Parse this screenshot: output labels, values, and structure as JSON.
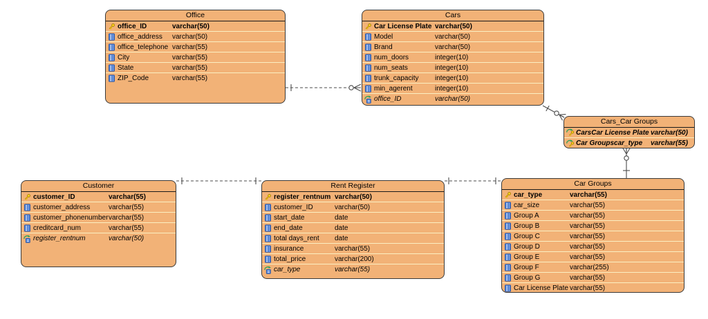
{
  "diagram": {
    "colors": {
      "background": "#ffffff",
      "table_fill": "#F2B277",
      "table_border": "#3a3a3a",
      "row_separator": "#FBEFC2",
      "connector": "#4b4b4b",
      "primary_key": "#FFD21E",
      "column_icon_blue": "#4A7BD0",
      "foreign_key_arrow": "#2BA05A"
    },
    "tables": [
      {
        "title": "Office",
        "fields": [
          {
            "name": "office_ID",
            "type": "varchar(50)",
            "icon": "primary-key-icon",
            "style": "pk"
          },
          {
            "name": "office_address",
            "type": "varchar(50)",
            "icon": "column-icon",
            "style": "col"
          },
          {
            "name": "office_telephone",
            "type": "varchar(55)",
            "icon": "column-icon",
            "style": "col"
          },
          {
            "name": "City",
            "type": "varchar(55)",
            "icon": "column-icon",
            "style": "col"
          },
          {
            "name": "State",
            "type": "varchar(55)",
            "icon": "column-icon",
            "style": "col"
          },
          {
            "name": "ZIP_Code",
            "type": "varchar(55)",
            "icon": "column-icon",
            "style": "col"
          }
        ]
      },
      {
        "title": "Cars",
        "fields": [
          {
            "name": "Car License Plate",
            "type": "varchar(50)",
            "icon": "primary-key-icon",
            "style": "pk"
          },
          {
            "name": "Model",
            "type": "varchar(50)",
            "icon": "column-icon",
            "style": "col"
          },
          {
            "name": "Brand",
            "type": "varchar(50)",
            "icon": "column-icon",
            "style": "col"
          },
          {
            "name": "num_doors",
            "type": "integer(10)",
            "icon": "column-icon",
            "style": "col"
          },
          {
            "name": "num_seats",
            "type": "integer(10)",
            "icon": "column-icon",
            "style": "col"
          },
          {
            "name": "trunk_capacity",
            "type": "integer(10)",
            "icon": "column-icon",
            "style": "col"
          },
          {
            "name": "min_agerent",
            "type": "integer(10)",
            "icon": "column-icon",
            "style": "col"
          },
          {
            "name": "office_ID",
            "type": "varchar(50)",
            "icon": "foreign-key-icon",
            "style": "fk"
          }
        ]
      },
      {
        "title": "Cars_Car Groups",
        "fields": [
          {
            "name": "CarsCar License Plate",
            "type": "varchar(50)",
            "icon": "primary-foreign-key-icon",
            "style": "pkfk"
          },
          {
            "name": "Car Groupscar_type",
            "type": "varchar(55)",
            "icon": "primary-foreign-key-icon",
            "style": "pkfk"
          }
        ]
      },
      {
        "title": "Customer",
        "fields": [
          {
            "name": "customer_ID",
            "type": "varchar(55)",
            "icon": "primary-key-icon",
            "style": "pk"
          },
          {
            "name": "customer_address",
            "type": "varchar(55)",
            "icon": "column-icon",
            "style": "col"
          },
          {
            "name": "customer_phonenumber",
            "type": "varchar(55)",
            "icon": "column-icon",
            "style": "col"
          },
          {
            "name": "creditcard_num",
            "type": "varchar(55)",
            "icon": "column-icon",
            "style": "col"
          },
          {
            "name": "register_rentnum",
            "type": "varchar(50)",
            "icon": "foreign-key-icon",
            "style": "fk"
          }
        ]
      },
      {
        "title": "Rent Register",
        "fields": [
          {
            "name": "register_rentnum",
            "type": "varchar(50)",
            "icon": "primary-key-icon",
            "style": "pk"
          },
          {
            "name": "customer_ID",
            "type": "varchar(50)",
            "icon": "column-icon",
            "style": "col"
          },
          {
            "name": "start_date",
            "type": "date",
            "icon": "column-icon",
            "style": "col"
          },
          {
            "name": "end_date",
            "type": "date",
            "icon": "column-icon",
            "style": "col"
          },
          {
            "name": "total days_rent",
            "type": "date",
            "icon": "column-icon",
            "style": "col"
          },
          {
            "name": "insurance",
            "type": "varchar(55)",
            "icon": "column-icon",
            "style": "col"
          },
          {
            "name": "total_price",
            "type": "varchar(200)",
            "icon": "column-icon",
            "style": "col"
          },
          {
            "name": "car_type",
            "type": "varchar(55)",
            "icon": "foreign-key-icon",
            "style": "fk"
          }
        ]
      },
      {
        "title": "Car Groups",
        "fields": [
          {
            "name": "car_type",
            "type": "varchar(55)",
            "icon": "primary-key-icon",
            "style": "pk"
          },
          {
            "name": "car_size",
            "type": "varchar(55)",
            "icon": "column-icon",
            "style": "col"
          },
          {
            "name": "Group A",
            "type": "varchar(55)",
            "icon": "column-icon",
            "style": "col"
          },
          {
            "name": "Group B",
            "type": "varchar(55)",
            "icon": "column-icon",
            "style": "col"
          },
          {
            "name": "Group C",
            "type": "varchar(55)",
            "icon": "column-icon",
            "style": "col"
          },
          {
            "name": "Group D",
            "type": "varchar(55)",
            "icon": "column-icon",
            "style": "col"
          },
          {
            "name": "Group E",
            "type": "varchar(55)",
            "icon": "column-icon",
            "style": "col"
          },
          {
            "name": "Group F",
            "type": "varchar(255)",
            "icon": "column-icon",
            "style": "col"
          },
          {
            "name": "Group G",
            "type": "varchar(55)",
            "icon": "column-icon",
            "style": "col"
          },
          {
            "name": "Car License Plate",
            "type": "varchar(55)",
            "icon": "column-icon",
            "style": "col"
          }
        ]
      }
    ],
    "relationships": [
      {
        "from": "Office",
        "to": "Cars",
        "line": "dashed",
        "from_cardinality": "one",
        "to_cardinality": "zero-or-many"
      },
      {
        "from": "Cars",
        "to": "Cars_Car Groups",
        "line": "solid",
        "from_cardinality": "one",
        "to_cardinality": "zero-or-many"
      },
      {
        "from": "Car Groups",
        "to": "Cars_Car Groups",
        "line": "solid",
        "from_cardinality": "one",
        "to_cardinality": "zero-or-many"
      },
      {
        "from": "Customer",
        "to": "Rent Register",
        "line": "dashed",
        "from_cardinality": "one",
        "to_cardinality": "one"
      },
      {
        "from": "Rent Register",
        "to": "Car Groups",
        "line": "dashed",
        "from_cardinality": "one",
        "to_cardinality": "one"
      }
    ]
  }
}
